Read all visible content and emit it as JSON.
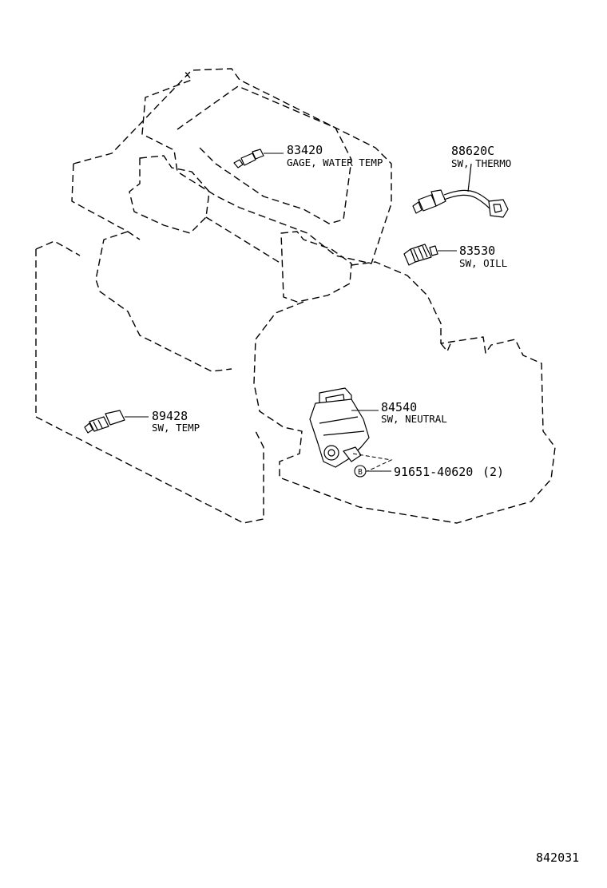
{
  "parts": [
    {
      "id": "gage-water-temp",
      "number": "83420",
      "name": "GAGE, WATER TEMP"
    },
    {
      "id": "sw-thermo",
      "number": "88620C",
      "name": "SW, THERMO"
    },
    {
      "id": "sw-oil",
      "number": "83530",
      "name": "SW, OILL"
    },
    {
      "id": "sw-neutral",
      "number": "84540",
      "name": "SW, NEUTRAL"
    },
    {
      "id": "sw-temp",
      "number": "89428",
      "name": "SW, TEMP"
    }
  ],
  "bolt": {
    "marker": "B",
    "number": "91651-40620",
    "qty": "(2)"
  },
  "diagram_code": "842031"
}
